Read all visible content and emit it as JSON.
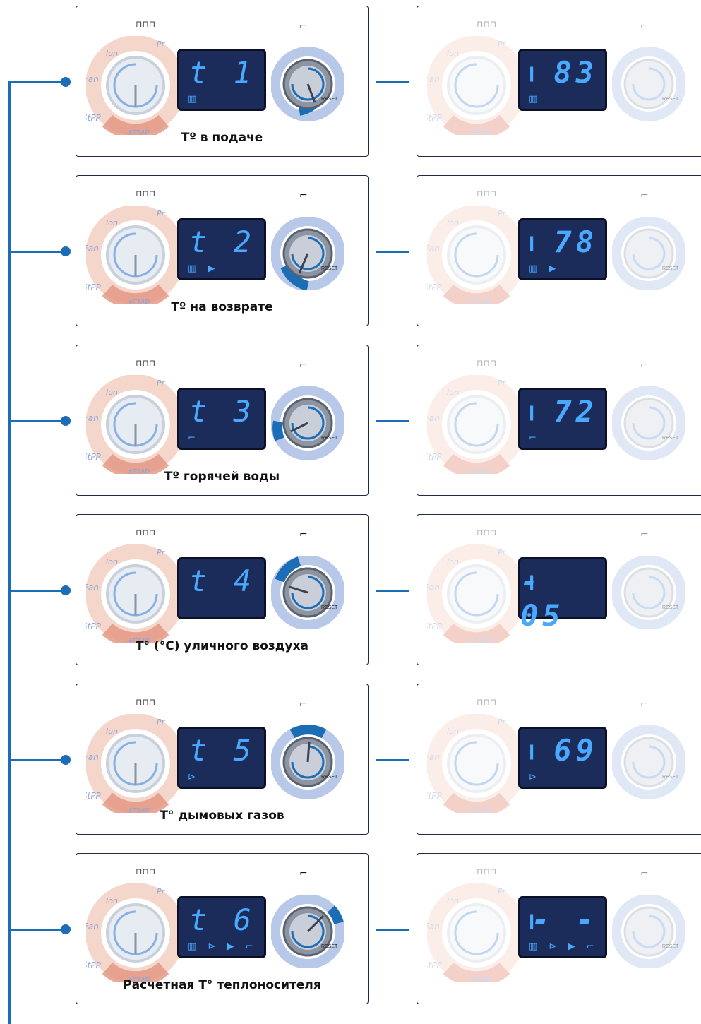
{
  "colors": {
    "accent": "#1b6db6",
    "lcd_bg": "#1b2b5a",
    "lcd_text": "#4aa8ff",
    "ring_blue": "#b7c8e8",
    "ring_pink": "#f1c4b5"
  },
  "dial_labels": {
    "ion": "Ion",
    "pr": "Pr",
    "fan": "Fan",
    "stpp": "StPP",
    "temp": "tEMP",
    "reset": "RESET"
  },
  "rows": [
    {
      "code": "t 1",
      "caption": "Tº в подаче",
      "value": "83",
      "lcd_icons": "▥"
    },
    {
      "code": "t 2",
      "caption": "Tº  на возврате",
      "value": "78",
      "lcd_icons": "▥ ▶"
    },
    {
      "code": "t 3",
      "caption": "Tº горячей воды",
      "value": "72",
      "lcd_icons": "⌐"
    },
    {
      "code": "t 4",
      "caption": "T° (°C) уличного воздуха",
      "value": "- 05",
      "lcd_icons": ""
    },
    {
      "code": "t 5",
      "caption": "T° дымовых газов",
      "value": "69",
      "lcd_icons": "⊳"
    },
    {
      "code": "t 6",
      "caption": "Расчетная T° теплоносителя",
      "value": "- -",
      "lcd_icons": "▥ ⊳ ▶ ⌐"
    }
  ]
}
